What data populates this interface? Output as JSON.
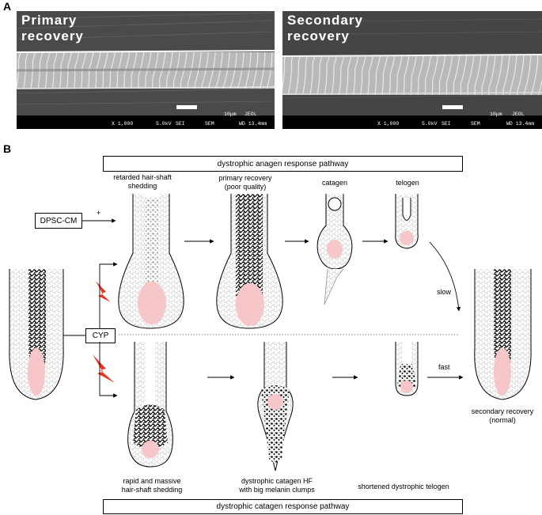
{
  "panel_a": {
    "letter": "A",
    "images": [
      {
        "title": "Primary recovery",
        "scale": "10μm",
        "vendor": "JEOL",
        "mag": "X 1,000",
        "kv": "5.0kV",
        "mode1": "SEI",
        "mode2": "SEM",
        "wd": "WD 13.4mm"
      },
      {
        "title": "Secondary recovery",
        "scale": "10μm",
        "vendor": "JEOL",
        "mag": "X 1,000",
        "kv": "5.0kV",
        "mode1": "SEI",
        "mode2": "SEM",
        "wd": "WD 13.4mm"
      }
    ]
  },
  "panel_b": {
    "letter": "B",
    "top_pathway": "dystrophic anagen response pathway",
    "bottom_pathway": "dystrophic catagen response pathway",
    "dpsc": "DPSC-CM",
    "plus": "+",
    "cyp": "CYP",
    "slow": "slow",
    "fast": "fast",
    "top_labels": {
      "retarded_1": "retarded hair-shaft",
      "retarded_2": "shedding",
      "primary_1": "primary recovery",
      "primary_2": "(poor quality)",
      "catagen": "catagen",
      "telogen": "telogen"
    },
    "bottom_labels": {
      "rapid_1": "rapid and massive",
      "rapid_2": "hair-shaft shedding",
      "dystro_1": "dystrophic catagen HF",
      "dystro_2": "with big melanin clumps",
      "short": "shortened dystrophic telogen"
    },
    "secondary_1": "secondary recovery",
    "secondary_2": "(normal)"
  }
}
